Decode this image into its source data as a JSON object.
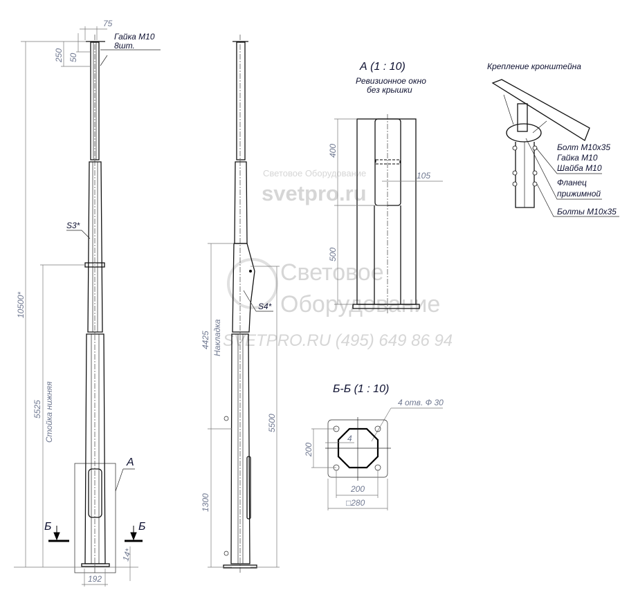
{
  "watermark": {
    "line1": "Световое Оборудование",
    "line2": "svetpro.ru",
    "line3": "Световое",
    "line4": "Оборудование",
    "line5": "SVETPRO.RU   (495) 649 86 94"
  },
  "pole_side_view": {
    "dim_total": "10500*",
    "dim_lower": "5525",
    "lower_label": "Стойка нижняя",
    "dim_250": "250",
    "dim_50": "50",
    "dim_75": "75",
    "nut_label": "Гайка М10",
    "nut_qty": "8шт.",
    "thickness_upper": "S3*",
    "view_a_marker": "А",
    "section_left": "Б",
    "section_right": "Б",
    "dim_14": "14*",
    "dim_192": "192"
  },
  "pole_front_view": {
    "dim_4425": "4425",
    "overlay_label": "Накладка",
    "dim_1300": "1300",
    "dim_5500": "5500",
    "thickness_lower": "S4*"
  },
  "view_a": {
    "title": "А (1 : 10)",
    "note_line1": "Ревизионное окно",
    "note_line2": "без крышки",
    "dim_400": "400",
    "dim_500": "500",
    "dim_105": "105"
  },
  "section_bb": {
    "title": "Б-Б (1 : 10)",
    "holes": "4 отв. Ф 30",
    "dim_v200": "200",
    "dim_4": "4",
    "dim_h200": "200",
    "dim_280": "□280"
  },
  "bracket": {
    "title": "Крепление кронштейна",
    "items": [
      "Болт М10х35",
      "Гайка М10",
      "Шайба М10",
      "Фланец",
      "прижимной",
      "Болты М10х35"
    ]
  }
}
